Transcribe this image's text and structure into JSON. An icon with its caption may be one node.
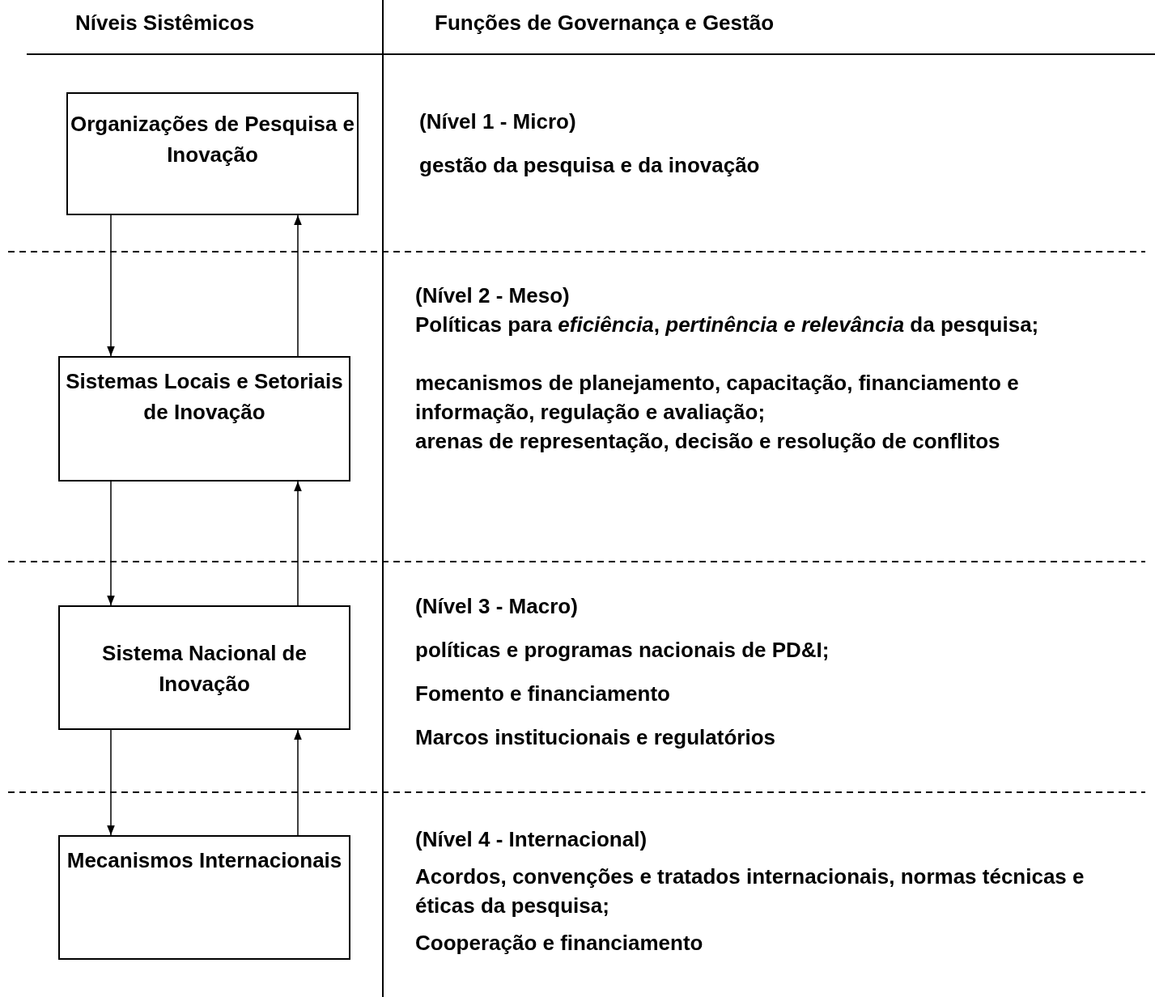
{
  "diagram": {
    "nodes": [
      {
        "text": [
          "Organizações de Pesquisa e Inovação"
        ]
      },
      {
        "text": [
          "Sistemas Locais e Setoriais de Inovação"
        ]
      },
      {
        "text": [
          "Sistema Nacional de Inovação"
        ]
      },
      {
        "text": [
          "Mecanismos Internacionais"
        ]
      }
    ],
    "edges": [
      {
        "from": 0,
        "to": 1,
        "arrow": "to"
      },
      {
        "from": 1,
        "to": 0,
        "arrow": "to"
      },
      {
        "from": 1,
        "to": 2,
        "arrow": "to"
      },
      {
        "from": 2,
        "to": 1,
        "arrow": "to"
      },
      {
        "from": 2,
        "to": 3,
        "arrow": "to"
      },
      {
        "from": 3,
        "to": 2,
        "arrow": "to"
      }
    ],
    "labels": [
      "Níveis Sistêmicos",
      "Funções de Governança e Gestão",
      "(Nível 1 - Micro)",
      "gestão da pesquisa e da inovação",
      "(Nível 2 - Meso)",
      "Políticas para *eficiência*, *pertinência e relevância* da pesquisa;",
      "mecanismos de planejamento, capacitação, financiamento e informação, regulação e avaliação;",
      "arenas de representação, decisão e resolução de conflitos",
      "(Nível 3 - Macro)",
      "políticas e programas nacionais de PD&I;",
      "Fomento e financiamento",
      "Marcos institucionais e regulatórios",
      "(Nível 4 - Internacional)",
      "Acordos, convenções e tratados internacionais, normas técnicas e éticas da pesquisa;",
      "Cooperação e financiamento"
    ]
  }
}
